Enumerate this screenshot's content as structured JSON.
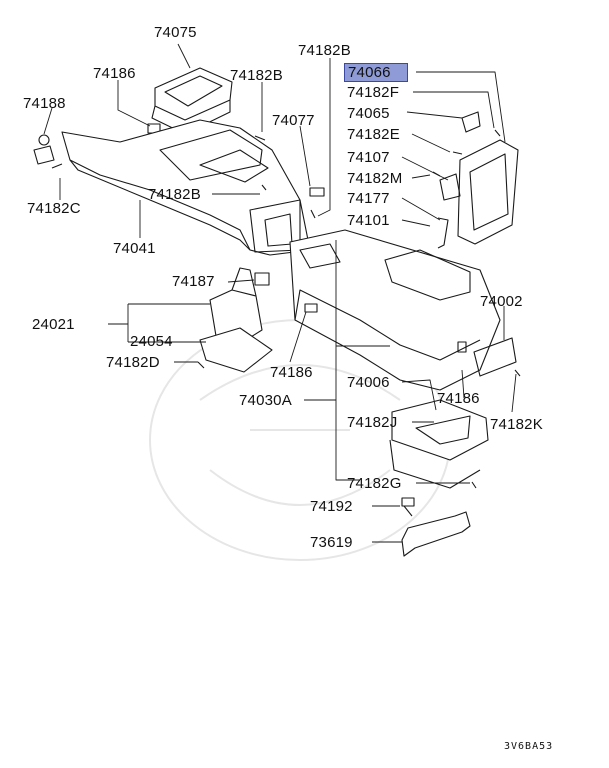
{
  "diagram_code": "3V6BA53",
  "highlighted_part": "74066",
  "parts": {
    "p74075": "74075",
    "p74186_top": "74186",
    "p74182B_top": "74182B",
    "p74182B_mid": "74182B",
    "p74188": "74188",
    "p74077": "74077",
    "p74182C": "74182C",
    "p74182B_left": "74182B",
    "p74041": "74041",
    "p74066": "74066",
    "p74182F": "74182F",
    "p74065": "74065",
    "p74182E": "74182E",
    "p74107": "74107",
    "p74182M": "74182M",
    "p74177": "74177",
    "p74101": "74101",
    "p74187": "74187",
    "p24021": "24021",
    "p24054": "24054",
    "p74182D": "74182D",
    "p74186_mid": "74186",
    "p74030A": "74030A",
    "p74002": "74002",
    "p74006": "74006",
    "p74186_right": "74186",
    "p74182J": "74182J",
    "p74182K": "74182K",
    "p74182G": "74182G",
    "p74192": "74192",
    "p73619": "73619"
  }
}
